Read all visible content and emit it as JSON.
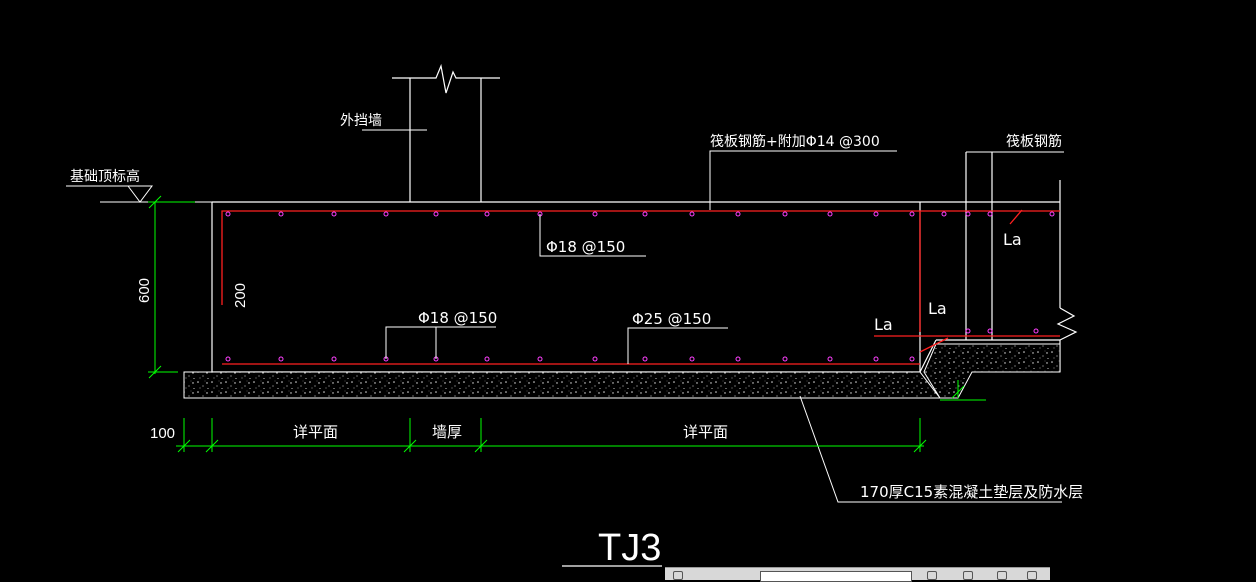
{
  "labels": {
    "outer_wall": "外挡墙",
    "foundation_top": "基础顶标高",
    "raft_rebar_plus": "筏板钢筋+附加Φ14 @300",
    "raft_rebar": "筏板钢筋",
    "top_rebar": "Φ18 @150",
    "bottom_rebar_1": "Φ18 @150",
    "bottom_rebar_2": "Φ25 @150",
    "anchor_1": "La",
    "anchor_2": "La",
    "anchor_3": "La",
    "cushion": "170厚C15素混凝土垫层及防水层",
    "section_title": "TJ3"
  },
  "dimensions": {
    "height": "600",
    "cover": "200",
    "offset": "100",
    "seg_1": "详平面",
    "seg_2": "墙厚",
    "seg_3": "详平面"
  },
  "colors": {
    "background": "#000000",
    "outline": "#ffffff",
    "rebar": "#ff2020",
    "rebar_dot": "#ff40ff",
    "dimension": "#00ff00"
  }
}
